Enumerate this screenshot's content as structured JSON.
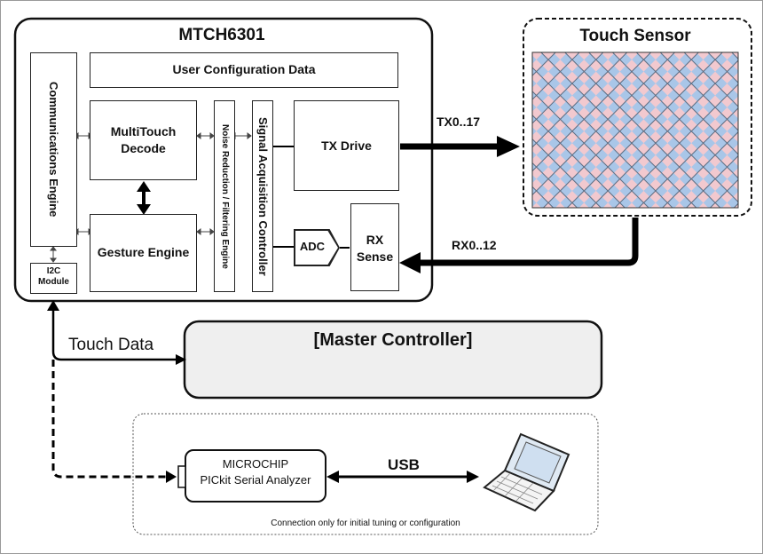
{
  "chip": {
    "title": "MTCH6301",
    "user_config": "User Configuration Data",
    "comm_engine": "Communications Engine",
    "i2c_line1": "I2C",
    "i2c_line2": "Module",
    "multitouch_line1": "MultiTouch",
    "multitouch_line2": "Decode",
    "gesture": "Gesture Engine",
    "noise": "Noise Reduction / Filtering Engine",
    "signal": "Signal Acquisition Controller",
    "tx_drive": "TX Drive",
    "adc": "ADC",
    "rx_line1": "RX",
    "rx_line2": "Sense"
  },
  "sensor": {
    "title": "Touch Sensor"
  },
  "links": {
    "tx": "TX0..17",
    "rx": "RX0..12",
    "touch_data": "Touch Data",
    "usb": "USB"
  },
  "master": {
    "title": "[Master Controller]"
  },
  "analyzer": {
    "line1": "MICROCHIP",
    "line2": "PICkit Serial Analyzer"
  },
  "footnote": "Connection only for initial tuning or configuration",
  "colors": {
    "grid_blue": "#a9c6e8",
    "grid_pink": "#f2c9cf",
    "master_fill": "#efefef"
  }
}
